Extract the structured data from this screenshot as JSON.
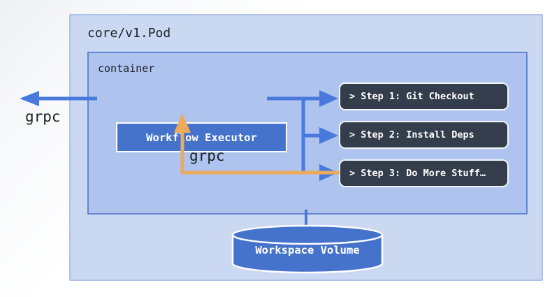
{
  "diagram": {
    "pod": {
      "title": "core/v1.Pod"
    },
    "container": {
      "title": "container"
    },
    "executor": {
      "label": "Workflow Executor"
    },
    "steps": [
      {
        "label": "> Step 1: Git Checkout"
      },
      {
        "label": "> Step 2: Install Deps"
      },
      {
        "label": "> Step 3: Do More Stuff…"
      }
    ],
    "volume": {
      "label": "Workspace Volume"
    },
    "edges": {
      "grpc_out_label": "grpc",
      "grpc_return_label": "grpc"
    },
    "colors": {
      "pod_fill": "#cbd8f2",
      "pod_border": "#afc0e7",
      "container_fill": "#aec3ed",
      "container_border": "#6486d2",
      "executor_fill": "#4573cb",
      "step_fill": "#333d4c",
      "step_border": "#f2f5fa",
      "arrow_blue": "#4a79de",
      "arrow_orange": "#ecab5c",
      "volume_fill": "#4573cb",
      "text_dark": "#1e2128",
      "text_light": "#ffffff"
    }
  }
}
